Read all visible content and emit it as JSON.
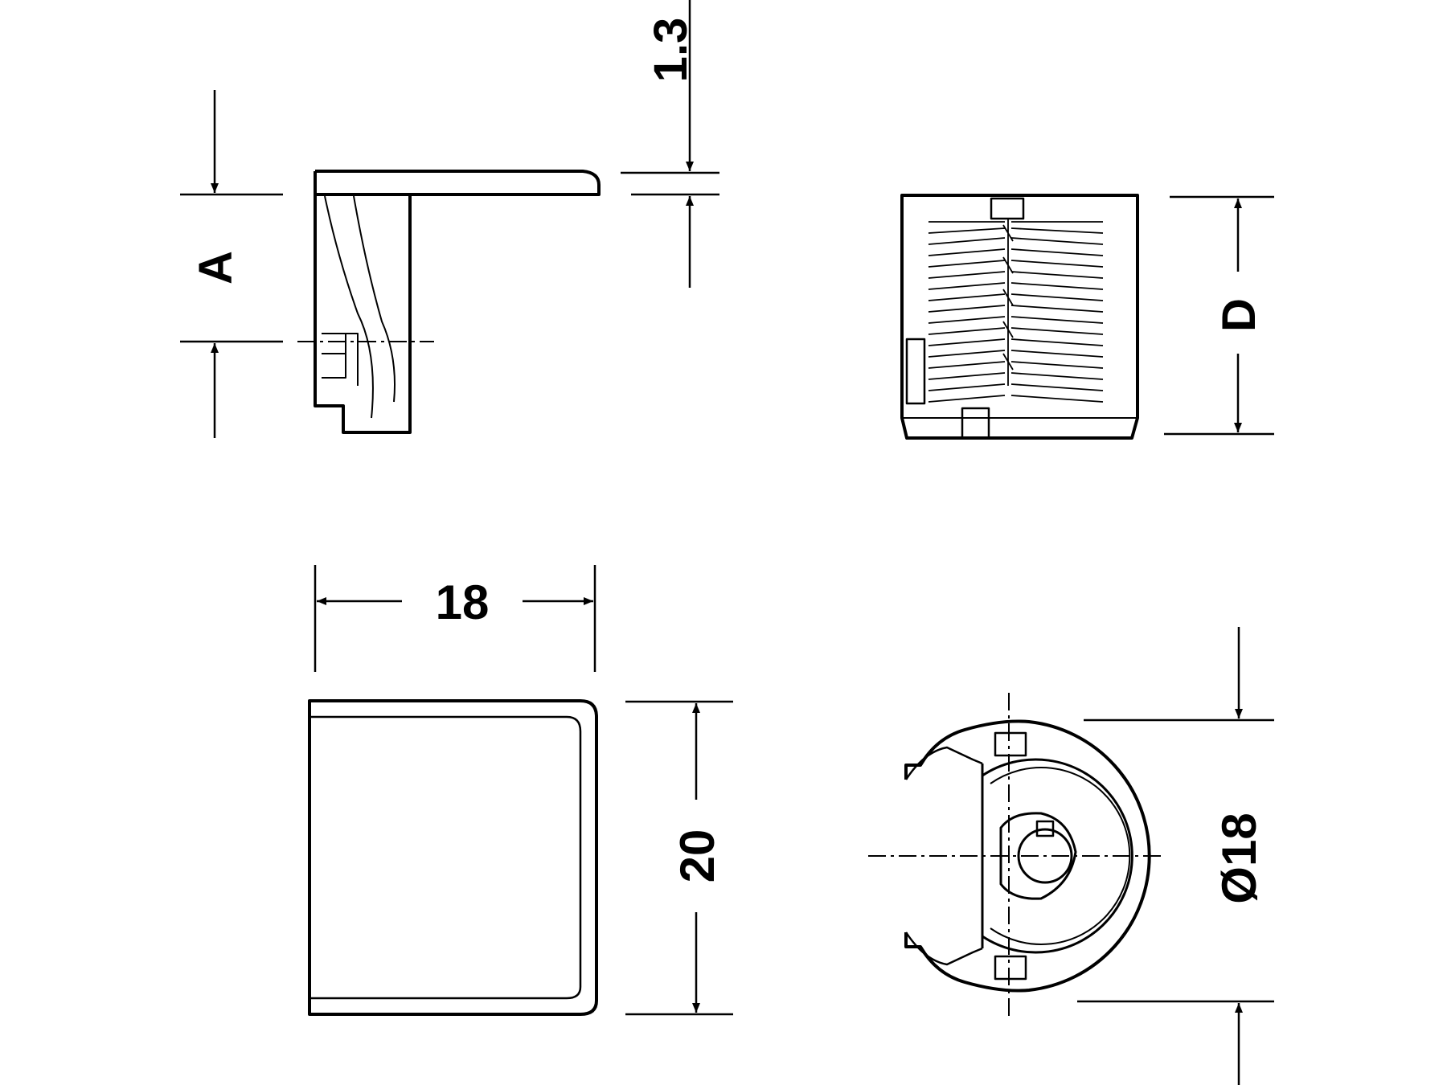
{
  "colors": {
    "ink": "#000000",
    "background": "#ffffff"
  },
  "dimensions": {
    "a": "A",
    "t13": "1.3",
    "d": "D",
    "w18": "18",
    "h20": "20",
    "dia18": "Ø18"
  }
}
